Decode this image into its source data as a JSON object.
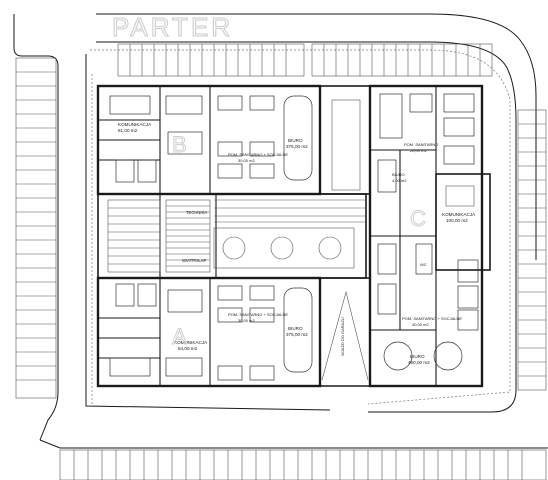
{
  "title": "PARTER",
  "rooms": {
    "komunikacja_top_left": {
      "name": "KOMUNIKACJA",
      "area": "81,00 m2"
    },
    "komunikacja_bottom_left": {
      "name": "KOMUNIKACJA",
      "area": "84,00 m2"
    },
    "komunikacja_right": {
      "name": "KOMUNIKACJA",
      "area": "100,00 m2"
    },
    "san_top_left": {
      "name": "POM. SANITARNO + SOCJALNE",
      "area": "30,00 m2"
    },
    "san_bottom_left": {
      "name": "POM. SANITARNO + SOCJALNE",
      "area": "30,00 m2"
    },
    "san_right_top": {
      "name": "POM. SANITARNO",
      "area": "26,00 m2"
    },
    "san_right_bottom": {
      "name": "POM. SANITARNO + SOCJALNE",
      "area": "40,00 m2"
    },
    "biuro_top": {
      "name": "BIURO",
      "area": "375,00 m2"
    },
    "biuro_bottom": {
      "name": "BIURO",
      "area": "375,00 m2"
    },
    "biuro_right": {
      "name": "BIURO",
      "area": "460,00 m2"
    },
    "biuro_right_top": {
      "name": "BIURO",
      "area": "4,00 m2"
    },
    "wc": "WC"
  },
  "labels": {
    "stairs": "TECHNIKA",
    "wiatrolap": "WIATROŁAP",
    "garage_ramp": "WJAZD DO GARAŻU"
  }
}
